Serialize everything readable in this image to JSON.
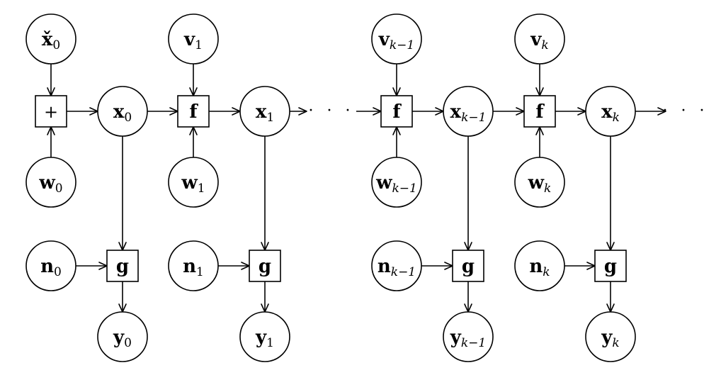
{
  "nodes": [
    {
      "id": "x0_hat",
      "shape": "circle",
      "main": "x̌",
      "sub": "0"
    },
    {
      "id": "v1",
      "shape": "circle",
      "main": "v",
      "sub": "1"
    },
    {
      "id": "vk1",
      "shape": "circle",
      "main": "v",
      "sub": "k−1"
    },
    {
      "id": "vk",
      "shape": "circle",
      "main": "v",
      "sub": "k"
    },
    {
      "id": "plus",
      "shape": "box",
      "main": "+",
      "sub": ""
    },
    {
      "id": "x0",
      "shape": "circle",
      "main": "x",
      "sub": "0"
    },
    {
      "id": "f1",
      "shape": "box",
      "main": "f",
      "sub": ""
    },
    {
      "id": "x1",
      "shape": "circle",
      "main": "x",
      "sub": "1"
    },
    {
      "id": "fk1",
      "shape": "box",
      "main": "f",
      "sub": ""
    },
    {
      "id": "xk1",
      "shape": "circle",
      "main": "x",
      "sub": "k−1"
    },
    {
      "id": "fk",
      "shape": "box",
      "main": "f",
      "sub": ""
    },
    {
      "id": "xk",
      "shape": "circle",
      "main": "x",
      "sub": "k"
    },
    {
      "id": "w0",
      "shape": "circle",
      "main": "w",
      "sub": "0"
    },
    {
      "id": "w1",
      "shape": "circle",
      "main": "w",
      "sub": "1"
    },
    {
      "id": "wk1",
      "shape": "circle",
      "main": "w",
      "sub": "k−1"
    },
    {
      "id": "wk",
      "shape": "circle",
      "main": "w",
      "sub": "k"
    },
    {
      "id": "n0",
      "shape": "circle",
      "main": "n",
      "sub": "0"
    },
    {
      "id": "g0",
      "shape": "box",
      "main": "g",
      "sub": ""
    },
    {
      "id": "n1",
      "shape": "circle",
      "main": "n",
      "sub": "1"
    },
    {
      "id": "g1",
      "shape": "box",
      "main": "g",
      "sub": ""
    },
    {
      "id": "nk1",
      "shape": "circle",
      "main": "n",
      "sub": "k−1"
    },
    {
      "id": "gk1",
      "shape": "box",
      "main": "g",
      "sub": ""
    },
    {
      "id": "nk",
      "shape": "circle",
      "main": "n",
      "sub": "k"
    },
    {
      "id": "gk",
      "shape": "box",
      "main": "g",
      "sub": ""
    },
    {
      "id": "y0",
      "shape": "circle",
      "main": "y",
      "sub": "0"
    },
    {
      "id": "y1",
      "shape": "circle",
      "main": "y",
      "sub": "1"
    },
    {
      "id": "yk1",
      "shape": "circle",
      "main": "y",
      "sub": "k−1"
    },
    {
      "id": "yk",
      "shape": "circle",
      "main": "y",
      "sub": "k"
    }
  ],
  "edges": [
    {
      "from": "x0_hat",
      "to": "plus"
    },
    {
      "from": "w0",
      "to": "plus"
    },
    {
      "from": "plus",
      "to": "x0"
    },
    {
      "from": "x0",
      "to": "f1"
    },
    {
      "from": "v1",
      "to": "f1"
    },
    {
      "from": "w1",
      "to": "f1"
    },
    {
      "from": "f1",
      "to": "x1"
    },
    {
      "from": "x1",
      "to": "ellipsis_mid"
    },
    {
      "from": "ellipsis_mid",
      "to": "fk1"
    },
    {
      "from": "vk1",
      "to": "fk1"
    },
    {
      "from": "wk1",
      "to": "fk1"
    },
    {
      "from": "fk1",
      "to": "xk1"
    },
    {
      "from": "xk1",
      "to": "fk"
    },
    {
      "from": "vk",
      "to": "fk"
    },
    {
      "from": "wk",
      "to": "fk"
    },
    {
      "from": "fk",
      "to": "xk"
    },
    {
      "from": "xk",
      "to": "ellipsis_end"
    },
    {
      "from": "x0",
      "to": "g0"
    },
    {
      "from": "n0",
      "to": "g0"
    },
    {
      "from": "g0",
      "to": "y0"
    },
    {
      "from": "x1",
      "to": "g1"
    },
    {
      "from": "n1",
      "to": "g1"
    },
    {
      "from": "g1",
      "to": "y1"
    },
    {
      "from": "xk1",
      "to": "gk1"
    },
    {
      "from": "nk1",
      "to": "gk1"
    },
    {
      "from": "gk1",
      "to": "yk1"
    },
    {
      "from": "xk",
      "to": "gk"
    },
    {
      "from": "nk",
      "to": "gk"
    },
    {
      "from": "gk",
      "to": "yk"
    }
  ],
  "ellipses": [
    {
      "id": "ellipsis_mid",
      "text": "· · ·"
    },
    {
      "id": "ellipsis_end",
      "text": "· · ·"
    }
  ]
}
